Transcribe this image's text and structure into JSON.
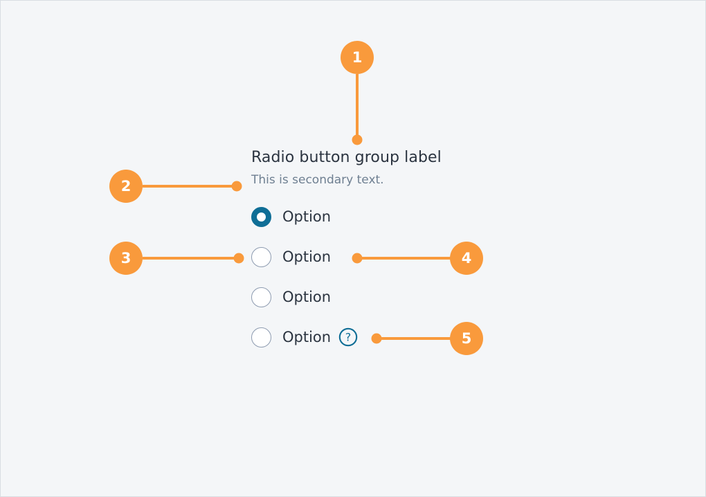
{
  "page": {
    "background_color": "#f4f6f8",
    "border_color": "#d9dee3",
    "accent_orange": "#f99a3c",
    "accent_teal": "#0f6e96",
    "title_color": "#2b3440",
    "secondary_color": "#6e7f91",
    "radio_border_color": "#8d9bb0"
  },
  "component": {
    "group_label": "Radio button group label",
    "secondary_text": "This is secondary text.",
    "options": [
      {
        "label": "Option",
        "selected": true,
        "has_help_icon": false
      },
      {
        "label": "Option",
        "selected": false,
        "has_help_icon": false
      },
      {
        "label": "Option",
        "selected": false,
        "has_help_icon": false
      },
      {
        "label": "Option",
        "selected": false,
        "has_help_icon": true
      }
    ],
    "help_icon_name": "question-mark-circle-icon"
  },
  "annotations": [
    {
      "number": "1",
      "target": "group-label"
    },
    {
      "number": "2",
      "target": "secondary-text"
    },
    {
      "number": "3",
      "target": "radio-button-mark"
    },
    {
      "number": "4",
      "target": "radio-option-label"
    },
    {
      "number": "5",
      "target": "radio-option-help-icon"
    }
  ]
}
